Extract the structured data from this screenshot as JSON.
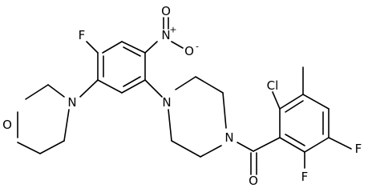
{
  "molecule": {
    "labels": {
      "F_top": "F",
      "F_mid_right": "F",
      "F_bottom": "F",
      "O_morpholine": "O",
      "N_morpholine": "N",
      "N_nitro": "N",
      "nitro_plus": "+",
      "O_nitro_top": "O",
      "O_nitro_right": "O",
      "nitro_minus": "-",
      "N_piperazine_left": "N",
      "N_piperazine_right": "N",
      "O_carbonyl": "O",
      "Cl": "Cl"
    }
  }
}
